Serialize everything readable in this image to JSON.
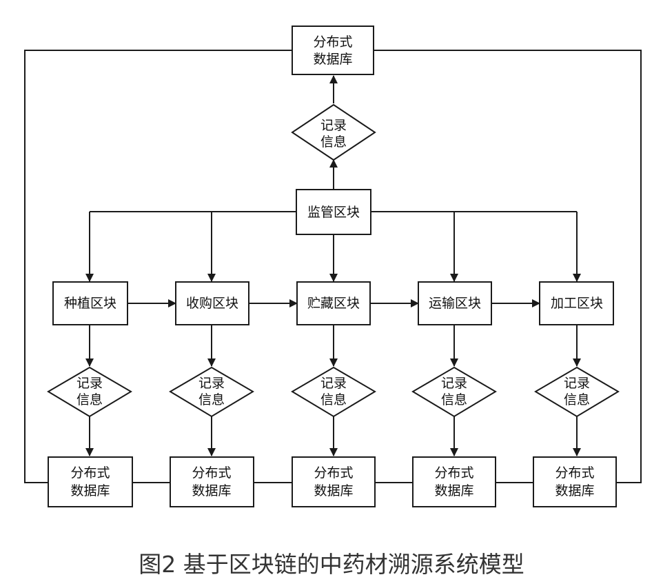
{
  "top_database": {
    "label_line1": "分布式",
    "label_line2": "数据库"
  },
  "top_record": {
    "label_line1": "记录",
    "label_line2": "信息"
  },
  "supervision_block": {
    "label": "监管区块"
  },
  "stages": [
    {
      "label": "种植区块",
      "record_line1": "记录",
      "record_line2": "信息",
      "db_line1": "分布式",
      "db_line2": "数据库"
    },
    {
      "label": "收购区块",
      "record_line1": "记录",
      "record_line2": "信息",
      "db_line1": "分布式",
      "db_line2": "数据库"
    },
    {
      "label": "贮藏区块",
      "record_line1": "记录",
      "record_line2": "信息",
      "db_line1": "分布式",
      "db_line2": "数据库"
    },
    {
      "label": "运输区块",
      "record_line1": "记录",
      "record_line2": "信息",
      "db_line1": "分布式",
      "db_line2": "数据库"
    },
    {
      "label": "加工区块",
      "record_line1": "记录",
      "record_line2": "信息",
      "db_line1": "分布式",
      "db_line2": "数据库"
    }
  ],
  "caption": "图2 基于区块链的中药材溯源系统模型"
}
